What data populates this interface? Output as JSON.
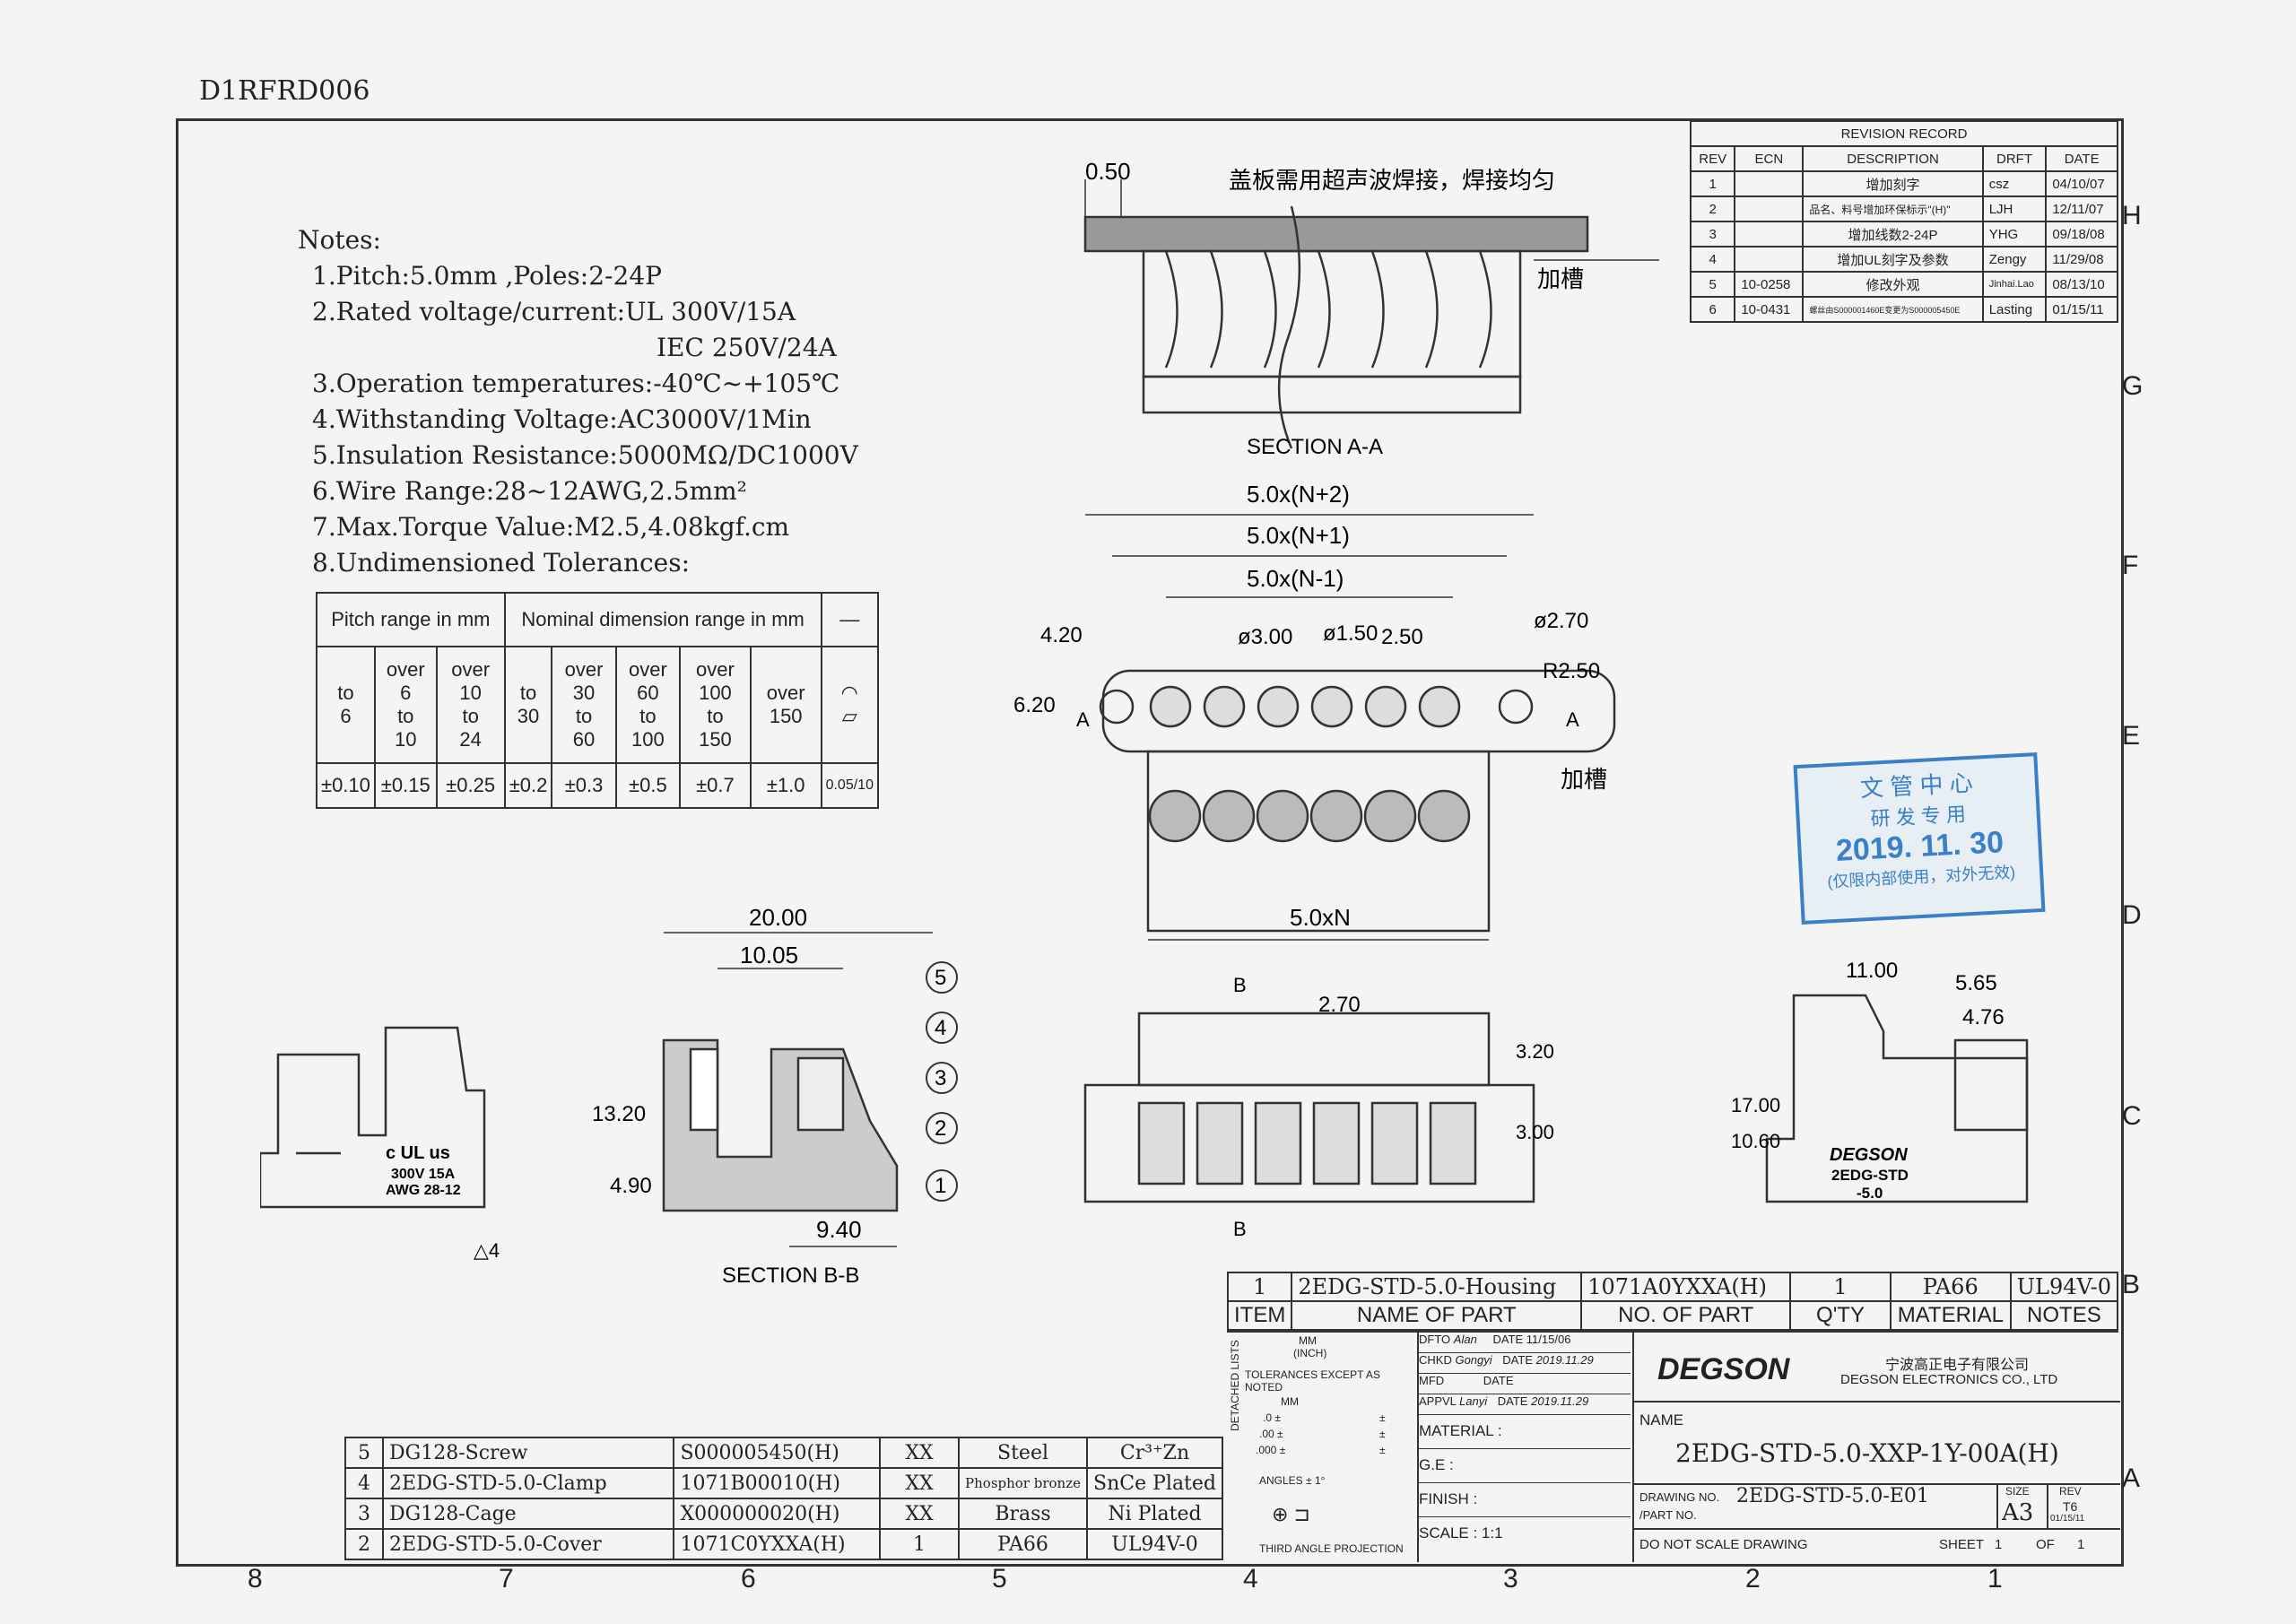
{
  "doc_code": "D1RFRD006",
  "notes": {
    "heading": "Notes:",
    "lines": [
      "1.Pitch:5.0mm ,Poles:2-24P",
      "2.Rated voltage/current:UL  300V/15A",
      "IEC 250V/24A",
      "3.Operation temperatures:-40℃~+105℃",
      "4.Withstanding Voltage:AC3000V/1Min",
      "5.Insulation Resistance:5000MΩ/DC1000V",
      "6.Wire Range:28~12AWG,2.5mm²",
      "7.Max.Torque Value:M2.5,4.08kgf.cm",
      "8.Undimensioned Tolerances:"
    ]
  },
  "tolerance_table": {
    "header_pitch": "Pitch range in mm",
    "header_nominal": "Nominal dimension range in mm",
    "header_dash": "—",
    "pitch_cols": [
      [
        "",
        "to",
        "6"
      ],
      [
        "over 6",
        "to",
        "10"
      ],
      [
        "over 10",
        "to",
        "24"
      ]
    ],
    "nominal_cols": [
      [
        "",
        "to",
        "30"
      ],
      [
        "over 30",
        "to",
        "60"
      ],
      [
        "over 60",
        "to",
        "100"
      ],
      [
        "over 100",
        "to",
        "150"
      ],
      [
        "over 150",
        "",
        ""
      ]
    ],
    "values": [
      "±0.10",
      "±0.15",
      "±0.25",
      "±0.2",
      "±0.3",
      "±0.5",
      "±0.7",
      "±1.0",
      "0.05/10"
    ]
  },
  "revision": {
    "title": "REVISION RECORD",
    "headers": [
      "REV",
      "ECN",
      "DESCRIPTION",
      "DRFT",
      "DATE"
    ],
    "rows": [
      [
        "1",
        "",
        "增加刻字",
        "csz",
        "04/10/07"
      ],
      [
        "2",
        "",
        "品名、料号增加环保标示\"(H)\"",
        "LJH",
        "12/11/07"
      ],
      [
        "3",
        "",
        "增加线数2-24P",
        "YHG",
        "09/18/08"
      ],
      [
        "4",
        "",
        "增加UL刻字及参数",
        "Zengy",
        "11/29/08"
      ],
      [
        "5",
        "10-0258",
        "修改外观",
        "Jinhai.Lao",
        "08/13/10"
      ],
      [
        "6",
        "10-0431",
        "螺丝由S000001460E变更为S000005450E",
        "Lasting",
        "01/15/11"
      ]
    ]
  },
  "zones_right": [
    "H",
    "G",
    "F",
    "E",
    "D",
    "C",
    "B",
    "A"
  ],
  "zones_bottom": [
    "8",
    "7",
    "6",
    "5",
    "4",
    "3",
    "2",
    "1"
  ],
  "views": {
    "section_aa": "SECTION A-A",
    "section_bb": "SECTION B-B",
    "weld_note": "盖板需用超声波焊接，焊接均匀",
    "slot_note": "加槽",
    "dims": {
      "d050": "0.50",
      "n2": "5.0x(N+2)",
      "n1": "5.0x(N+1)",
      "nm1": "5.0x(N-1)",
      "d420": "4.20",
      "d620": "6.20",
      "d300": "ø3.00",
      "d150": "ø1.50",
      "d250": "2.50",
      "d270": "ø2.70",
      "r250": "R2.50",
      "n": "5.0xN",
      "d2000": "20.00",
      "d1005": "10.05",
      "d1320": "13.20",
      "d490": "4.90",
      "d940": "9.40",
      "d270b": "2.70",
      "d320": "3.20",
      "d300b": "3.00",
      "d1100": "11.00",
      "d565": "5.65",
      "d476": "4.76",
      "d1700": "17.00",
      "d1060": "10.60",
      "a": "A",
      "b": "B"
    },
    "ul_mark": [
      "c UL us",
      "300V 15A",
      "AWG 28-12"
    ],
    "side_brand": [
      "DEGSON",
      "2EDG-STD",
      "-5.0"
    ],
    "callouts": [
      "5",
      "4",
      "3",
      "2",
      "1"
    ]
  },
  "stamp": {
    "line1": "文 管 中 心",
    "line2": "研 发 专 用",
    "date": "2019. 11. 30",
    "line3": "(仅限内部使用，对外无效)"
  },
  "bom": {
    "rows": [
      [
        "5",
        "DG128-Screw",
        "S000005450(H)",
        "XX",
        "Steel",
        "Cr³⁺Zn"
      ],
      [
        "4",
        "2EDG-STD-5.0-Clamp",
        "1071B00010(H)",
        "XX",
        "Phosphor bronze",
        "SnCe Plated"
      ],
      [
        "3",
        "DG128-Cage",
        "X000000020(H)",
        "XX",
        "Brass",
        "Ni Plated"
      ],
      [
        "2",
        "2EDG-STD-5.0-Cover",
        "1071C0YXXA(H)",
        "1",
        "PA66",
        "UL94V-0"
      ]
    ],
    "row1": [
      "1",
      "2EDG-STD-5.0-Housing",
      "1071A0YXXA(H)",
      "1",
      "PA66",
      "UL94V-0"
    ],
    "headers": [
      "ITEM",
      "NAME OF PART",
      "NO. OF PART",
      "Q'TY",
      "MATERIAL",
      "NOTES"
    ]
  },
  "title_block": {
    "mm_inch": [
      "MM",
      "(INCH)"
    ],
    "tolerances": "TOLERANCES EXCEPT AS NOTED",
    "detached": "DETACHED LISTS",
    "tol_rows": [
      [
        ".0 ±",
        "±"
      ],
      [
        ".00 ±",
        "±"
      ],
      [
        ".000 ±",
        "±"
      ]
    ],
    "mm_label": "MM",
    "angles": "ANGLES ± 1°",
    "projection": "THIRD ANGLE PROJECTION",
    "roles": [
      [
        "DFTO",
        "Alan",
        "DATE",
        "11/15/06"
      ],
      [
        "CHKD",
        "Gongyi",
        "DATE",
        "2019.11.29"
      ],
      [
        "MFD",
        "",
        "DATE",
        ""
      ],
      [
        "APPVL",
        "Lanyi",
        "DATE",
        "2019.11.29"
      ]
    ],
    "material": "MATERIAL :",
    "ge": "G.E :",
    "finish": "FINISH :",
    "scale": "SCALE : 1:1",
    "company_logo": "DEGSON",
    "company_cn": "宁波高正电子有限公司",
    "company_en": "DEGSON ELECTRONICS CO., LTD",
    "name_label": "NAME",
    "part_name": "2EDG-STD-5.0-XXP-1Y-00A(H)",
    "drawing_no_label": "DRAWING NO.",
    "drawing_no": "2EDG-STD-5.0-E01",
    "part_no_label": "/PART NO.",
    "size_label": "SIZE",
    "size": "A3",
    "rev_label": "REV",
    "rev": "T6",
    "rev_date": "01/15/11",
    "no_scale": "DO NOT SCALE DRAWING",
    "sheet_label": "SHEET",
    "sheet": "1",
    "of_label": "OF",
    "of": "1"
  },
  "colors": {
    "line": "#333333",
    "stamp": "#3a80c8",
    "paper": "#f4f4f2"
  }
}
